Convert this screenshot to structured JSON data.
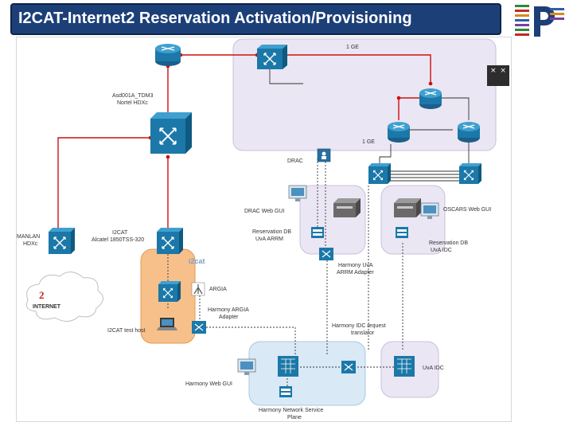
{
  "title": "I2CAT-Internet2 Reservation Activation/Provisioning",
  "close_icon_glyph": "× ×",
  "colors": {
    "title_bg": "#1c3f78",
    "red_link": "#cc1111",
    "device_blue": "#1b78a8",
    "domain_purple": "#ebe6f3",
    "domain_orange": "#f7c08a",
    "domain_blue": "#d9e9f5"
  },
  "diagram": {
    "link_labels": {
      "top": "1 GE",
      "mid": "1 GE"
    },
    "labels": {
      "asd": "Asd001A_TDM3",
      "nortel": "Nortel HDXc",
      "drac": "DRAC",
      "drac_web": "DRAC Web GUI",
      "oscars_web": "OSCARS Web GUI",
      "res_uva_arrm_1": "Reservation DB",
      "res_uva_arrm_2": "UvA ARRM",
      "res_uva_idc_1": "Reservation DB",
      "res_uva_idc_2": "UvA IDC",
      "harmony_uva_1": "Harmony UvA",
      "harmony_uva_2": "ARRM Adapter",
      "manlan_1": "MANLAN",
      "manlan_2": "HDXc",
      "i2cat_sw_1": "I2CAT",
      "i2cat_sw_2": "Alcatel 1850TSS-320",
      "i2cat_logo": "i2cat",
      "argia": "ARGIA",
      "harmony_argia_1": "Harmony ARGIA",
      "harmony_argia_2": "Adapter",
      "i2cat_host": "I2CAT test host",
      "idc_translator_1": "Harmony IDC request",
      "idc_translator_2": "translator",
      "uva_idc": "UvA IDC",
      "harmony_web": "Harmony Web GUI",
      "harmony_nsp_1": "Harmony Network Service",
      "harmony_nsp_2": "Plane",
      "internet2": "INTERNET"
    }
  }
}
